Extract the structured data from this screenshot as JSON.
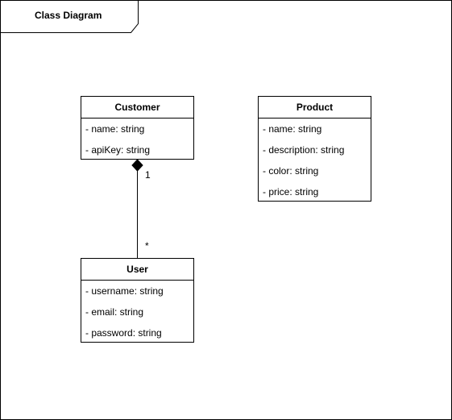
{
  "diagram": {
    "frame_title": "Class Diagram",
    "classes": {
      "customer": {
        "name": "Customer",
        "attributes": [
          "- name: string",
          "- apiKey: string"
        ]
      },
      "product": {
        "name": "Product",
        "attributes": [
          "- name: string",
          "- description: string",
          "- color: string",
          "- price: string"
        ]
      },
      "user": {
        "name": "User",
        "attributes": [
          "- username: string",
          "- email: string",
          "- password: string"
        ]
      }
    },
    "association": {
      "type": "composition",
      "from": "Customer",
      "to": "User",
      "source_multiplicity": "1",
      "target_multiplicity": "*"
    }
  }
}
